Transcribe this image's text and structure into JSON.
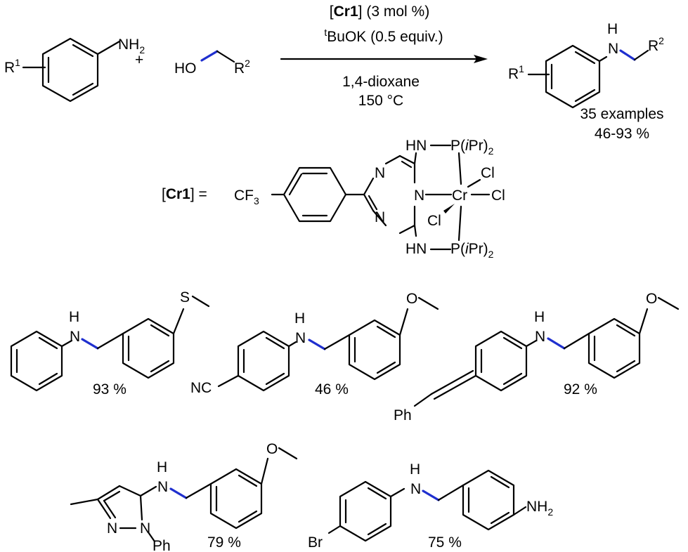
{
  "colors": {
    "ink": "#000000",
    "new_bond": "#1f2fcf",
    "background": "#ffffff"
  },
  "reaction": {
    "reactant1": {
      "group": "NH",
      "group_sub": "2",
      "subst": "R",
      "subst_sup": "1"
    },
    "plus": "+",
    "reactant2": {
      "ho": "HO",
      "r": "R",
      "r_sup": "2"
    },
    "conditions": {
      "cat_open": "[",
      "cat_name": "Cr1",
      "cat_close": "]",
      "cat_loading": " (3 mol %)",
      "base_prefix": "t",
      "base": "BuOK (0.5 equiv.)",
      "solvent": "1,4-dioxane",
      "temperature": "150 °C"
    },
    "product": {
      "h": "H",
      "n": "N",
      "r": "R",
      "r_sup": "2",
      "subst": "R",
      "subst_sup": "1"
    },
    "scope": {
      "count": "35 examples",
      "yield_range": "46-93 %"
    }
  },
  "catalyst": {
    "label_open": "[",
    "label_name": "Cr1",
    "label_close": "] =",
    "cf3": "CF",
    "cf3_sub": "3",
    "ring_n1": "N",
    "ring_n2": "N",
    "ring_n3": "N",
    "hn_top": "HN",
    "hn_bottom": "HN",
    "p_top": {
      "p": "P(",
      "i": "i",
      "pr": "Pr)",
      "sub": "2"
    },
    "p_bottom": {
      "p": "P(",
      "i": "i",
      "pr": "Pr)",
      "sub": "2"
    },
    "metal": "Cr",
    "cl1": "Cl",
    "cl2": "Cl",
    "cl3": "Cl"
  },
  "examples": [
    {
      "nh_h": "H",
      "nh_n": "N",
      "substituent": "S",
      "yield": "93 %"
    },
    {
      "nh_h": "H",
      "nh_n": "N",
      "substituent": "O",
      "extra": "NC",
      "yield": "46 %"
    },
    {
      "nh_h": "H",
      "nh_n": "N",
      "substituent": "O",
      "extra": "Ph",
      "yield": "92 %"
    },
    {
      "nh_h": "H",
      "nh_n": "N",
      "substituent": "O",
      "ring_n": "N",
      "ring_n2": "N",
      "extra": "Ph",
      "yield": "79 %"
    },
    {
      "nh_h": "H",
      "nh_n": "N",
      "substituent": "NH",
      "substituent_sub": "2",
      "extra": "Br",
      "yield": "75 %"
    }
  ]
}
